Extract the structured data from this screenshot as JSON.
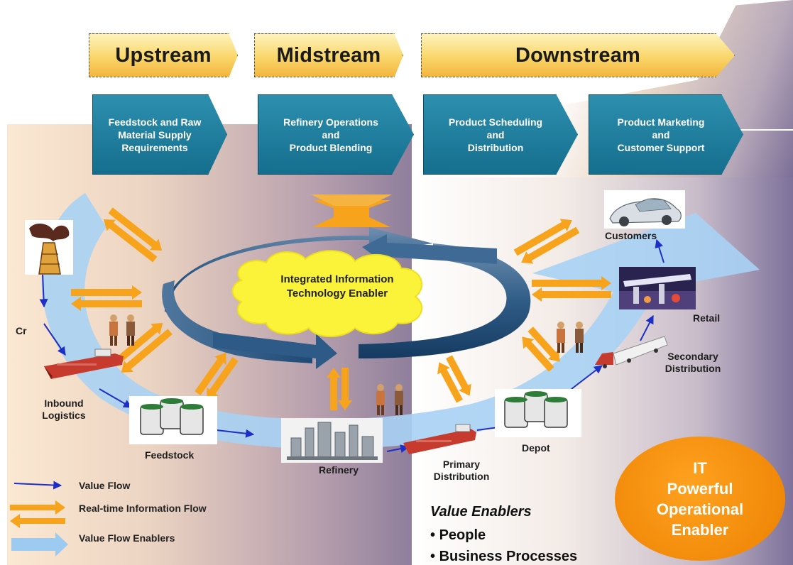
{
  "banners": {
    "upstream": "Upstream",
    "midstream": "Midstream",
    "downstream": "Downstream"
  },
  "stages": [
    {
      "lines": [
        "Feedstock and Raw",
        "Material Supply",
        "Requirements"
      ]
    },
    {
      "lines": [
        "Refinery Operations",
        "and",
        "Product Blending"
      ]
    },
    {
      "lines": [
        "Product Scheduling",
        "and",
        "Distribution"
      ]
    },
    {
      "lines": [
        "Product Marketing",
        "and",
        "Customer Support"
      ]
    }
  ],
  "center": {
    "lines": [
      "Integrated Information",
      "Technology Enabler"
    ]
  },
  "nodes": {
    "cr": "Cr",
    "inbound": [
      "Inbound",
      "Logistics"
    ],
    "feedstock": "Feedstock",
    "refinery": "Refinery",
    "primary": [
      "Primary",
      "Distribution"
    ],
    "depot": "Depot",
    "secondary": [
      "Secondary",
      "Distribution"
    ],
    "retail": "Retail",
    "customers": "Customers"
  },
  "legend": {
    "value_flow": "Value Flow",
    "info_flow": "Real-time Information Flow",
    "enablers": "Value Flow Enablers"
  },
  "value_enablers": {
    "title": "Value Enablers",
    "items": [
      "People",
      "Business Processes"
    ]
  },
  "it_enabler": {
    "lines": [
      "IT",
      "Powerful",
      "Operational",
      "Enabler"
    ]
  },
  "colors": {
    "accent_orange": "#f7a31b",
    "stage_teal": "#1b7896",
    "value_flow_blue": "#1d2fc6",
    "band_blue": "#9ccaf0"
  }
}
